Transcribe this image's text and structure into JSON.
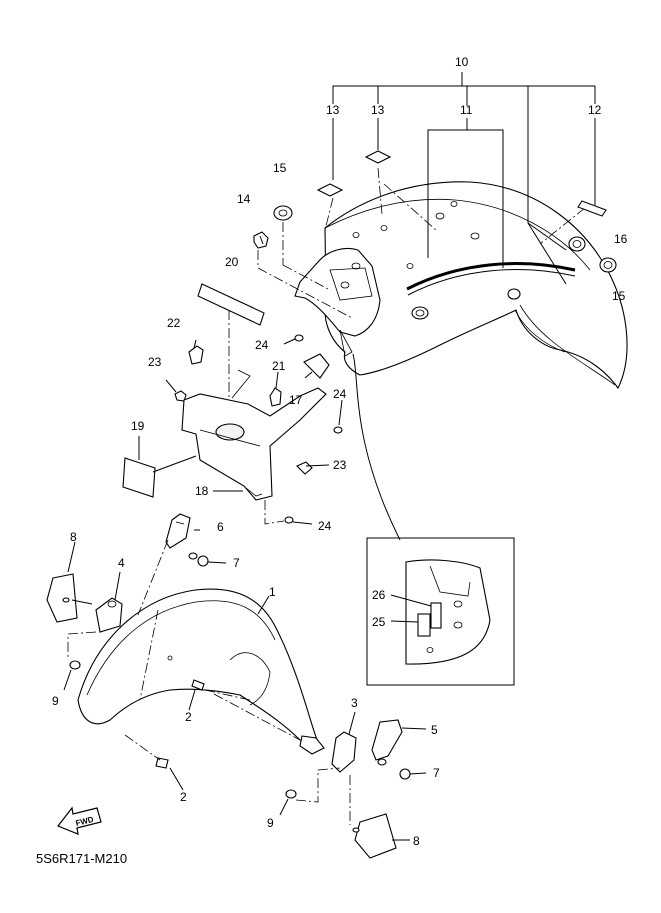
{
  "diagram_code": "5S6R171-M210",
  "fwd_label": "FWD",
  "callouts": {
    "c10": "10",
    "c13a": "13",
    "c13b": "13",
    "c11": "11",
    "c12": "12",
    "c15a": "15",
    "c14": "14",
    "c16": "16",
    "c15b": "15",
    "c20": "20",
    "c22": "22",
    "c24a": "24",
    "c23a": "23",
    "c21": "21",
    "c17": "17",
    "c24b": "24",
    "c19": "19",
    "c23b": "23",
    "c18": "18",
    "c24c": "24",
    "c6": "6",
    "c8a": "8",
    "c7a": "7",
    "c4": "4",
    "c1": "1",
    "c26": "26",
    "c25": "25",
    "c9a": "9",
    "c2a": "2",
    "c3": "3",
    "c5": "5",
    "c2b": "2",
    "c7b": "7",
    "c9b": "9",
    "c8b": "8"
  }
}
